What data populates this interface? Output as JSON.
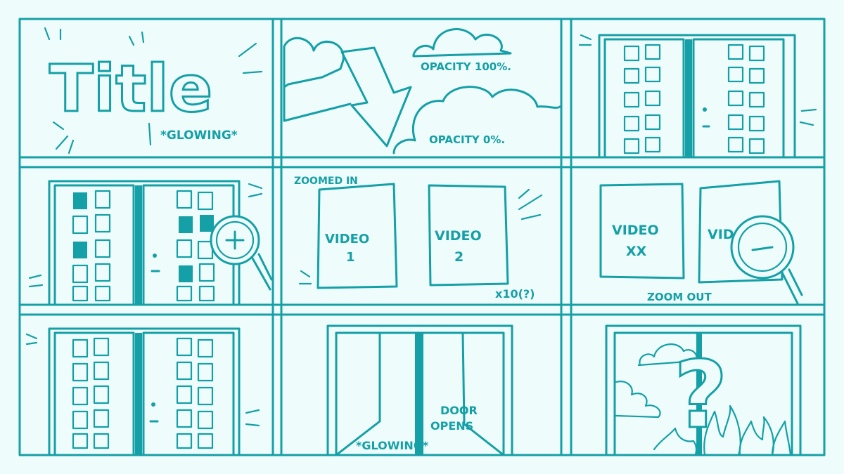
{
  "panels": {
    "p1": {
      "title": "Title",
      "note": "*GLOWING*"
    },
    "p2": {
      "label_top": "OPACITY 100%.",
      "label_bottom": "OPACITY 0%."
    },
    "p5": {
      "zoomed_label": "ZOOMED IN",
      "video1": [
        "VIDEO",
        "1"
      ],
      "video2": [
        "VIDEO",
        "2"
      ],
      "count": "x10(?)"
    },
    "p6": {
      "videoxx": [
        "VIDEO",
        "XX"
      ],
      "video_partial": "VID",
      "zoom_label": "ZOOM OUT"
    },
    "p8": {
      "door_label": [
        "DOOR",
        "OPENS"
      ],
      "glow": "*GLOWING*"
    },
    "p9": {
      "symbol": "?"
    }
  },
  "colors": {
    "ink": "#14a0a6",
    "paper": "#effcfc"
  }
}
